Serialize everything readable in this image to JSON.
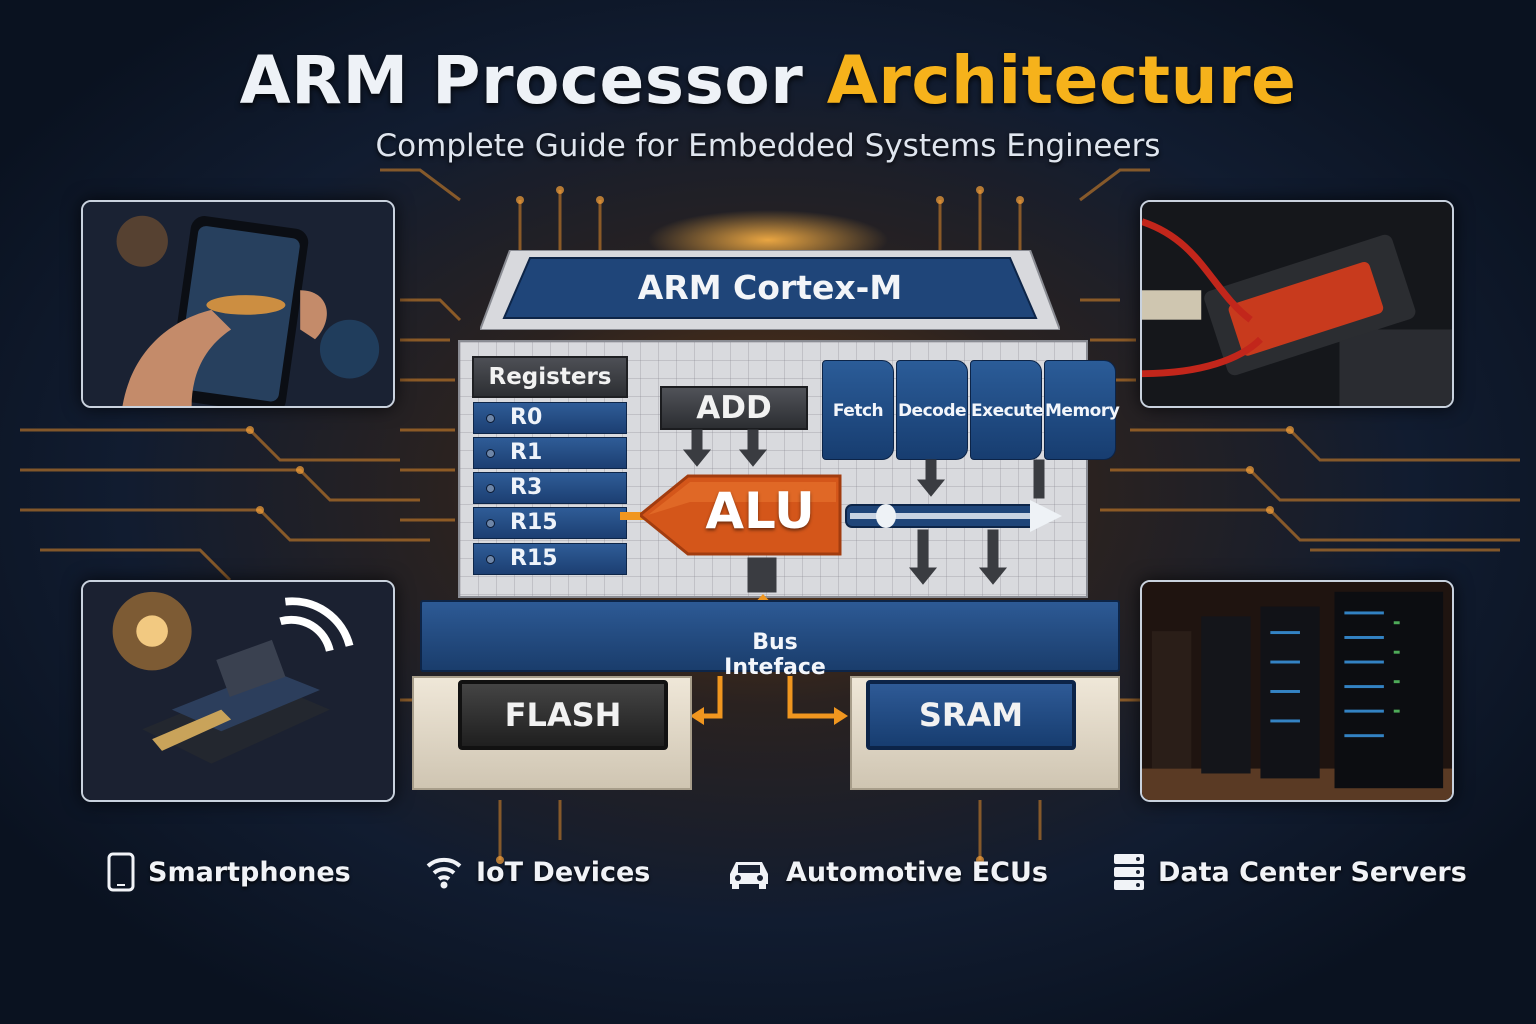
{
  "header": {
    "title_part1": "ARM Processor",
    "title_part2": "Architecture",
    "subtitle": "Complete Guide for Embedded Systems Engineers"
  },
  "core": {
    "title": "ARM Cortex-M",
    "registers": {
      "header": "Registers",
      "rows": [
        "R0",
        "R1",
        "R3",
        "R15",
        "R15"
      ]
    },
    "instruction": "ADD",
    "pipeline": [
      "Fetch",
      "Decode",
      "Execute",
      "Memory"
    ],
    "alu": "ALU",
    "bus": "Bus Inteface",
    "memory": {
      "flash": "FLASH",
      "sram": "SRAM"
    }
  },
  "applications": [
    {
      "icon": "smartphone-icon",
      "label": "Smartphones"
    },
    {
      "icon": "wifi-icon",
      "label": "IoT Devices"
    },
    {
      "icon": "car-icon",
      "label": "Automotive ECUs"
    },
    {
      "icon": "server-icon",
      "label": "Data Center Servers"
    }
  ],
  "colors": {
    "accent_orange": "#f6b21b",
    "chip_blue": "#1f4579",
    "background": "#0b1424",
    "alu_orange": "#d4561a"
  }
}
